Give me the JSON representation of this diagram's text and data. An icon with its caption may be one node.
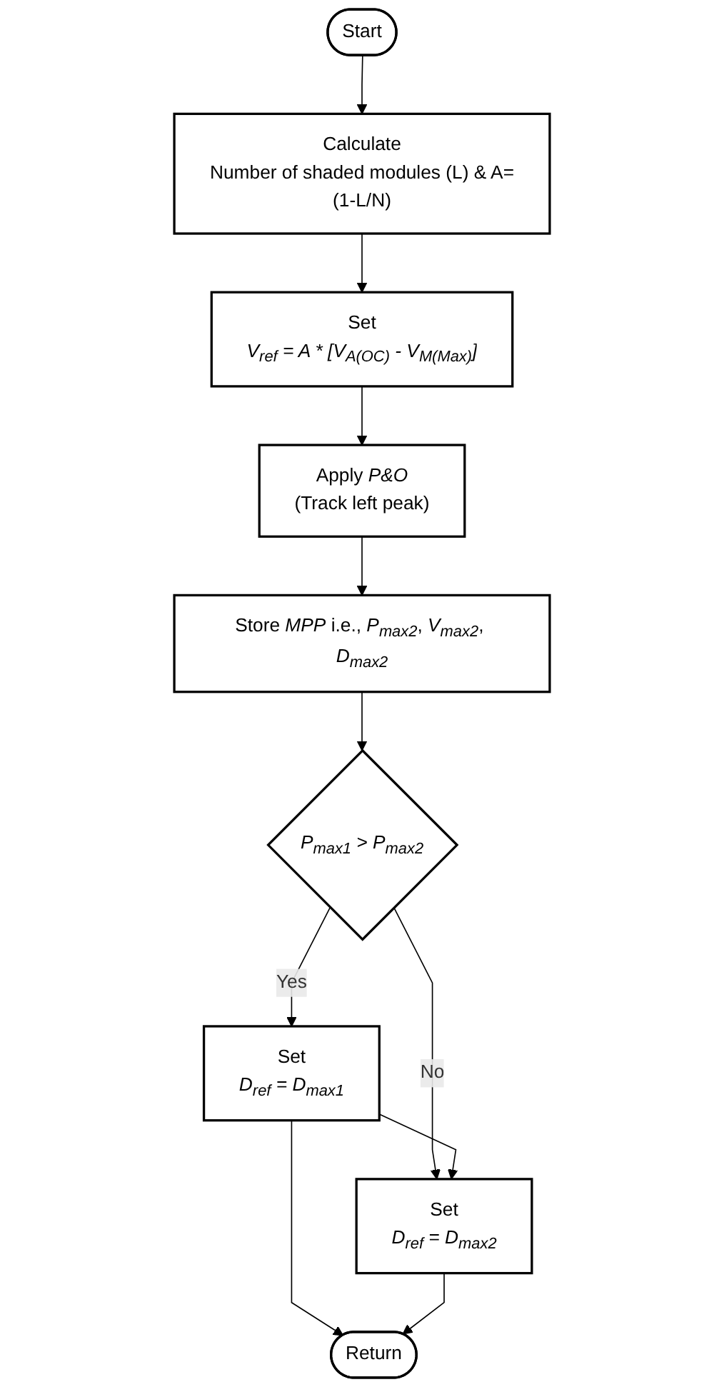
{
  "diagram": {
    "nodes": [
      {
        "text": [
          "Start"
        ]
      },
      {
        "text": [
          "Calculate",
          "Number of shaded modules (L) & A=(1-L/N)"
        ]
      },
      {
        "text": [
          "Set",
          "V$_{ref}$ = A * [V$_{A(OC)}$ - V$_{M(Max)}$]"
        ]
      },
      {
        "text": [
          "Apply *P&O*",
          "(Track left peak)"
        ]
      },
      {
        "text": [
          "Store *MPP* i.e., *P$_{max2}$*, *V$_{max2}$*, *D$_{max2}$*"
        ]
      },
      {
        "text": [
          "P$_{max1}$ > P$_{max2}$"
        ]
      },
      {
        "text": [
          "Set",
          "D$_{ref}$ = D$_{max1}$"
        ]
      },
      {
        "text": [
          "Set",
          "D$_{ref}$ = D$_{max2}$"
        ]
      },
      {
        "text": [
          "Return"
        ]
      }
    ],
    "edges": [
      {
        "from": 0,
        "to": 1,
        "arrow": "to"
      },
      {
        "from": 1,
        "to": 2,
        "arrow": "to"
      },
      {
        "from": 2,
        "to": 3,
        "arrow": "to"
      },
      {
        "from": 3,
        "to": 4,
        "arrow": "to"
      },
      {
        "from": 4,
        "to": 5,
        "arrow": "to"
      },
      {
        "from": 5,
        "to": 6,
        "label": "Yes",
        "arrow": "to"
      },
      {
        "from": 5,
        "to": 7,
        "label": "No",
        "arrow": "to"
      },
      {
        "from": 6,
        "to": 7,
        "arrow": "to"
      },
      {
        "from": 6,
        "to": 8,
        "arrow": "to"
      },
      {
        "from": 7,
        "to": 8,
        "arrow": "to"
      }
    ]
  }
}
